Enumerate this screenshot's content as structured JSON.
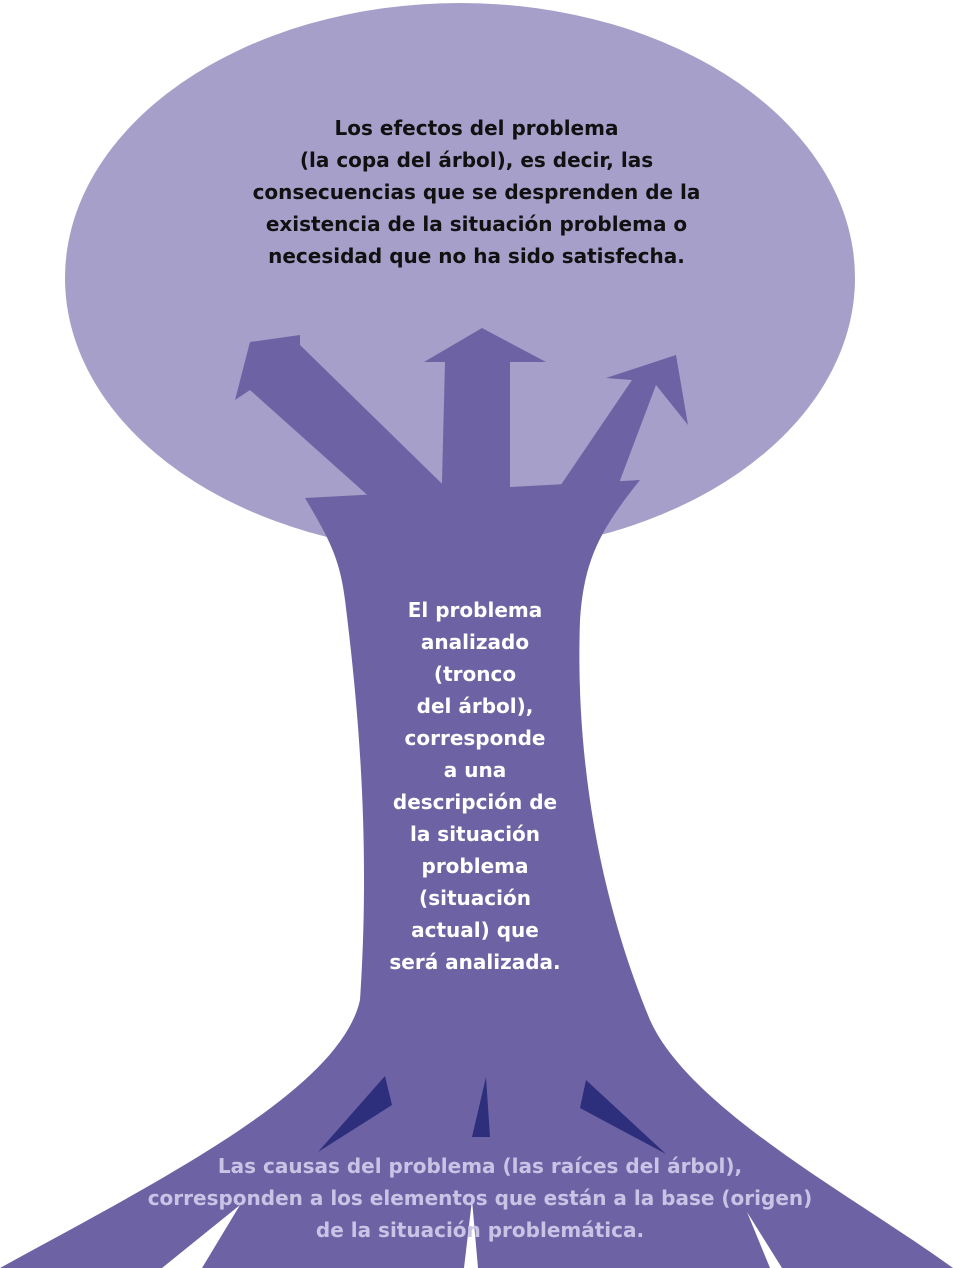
{
  "colors": {
    "crown": "#a59fc9",
    "trunk": "#6d63a4",
    "root_spikes": "#2d2f7c",
    "crown_text": "#111111",
    "trunk_text": "#ffffff",
    "roots_text": "#c9c4e6"
  },
  "crown": {
    "lines": [
      "Los efectos del problema",
      "(la copa del árbol), es decir, las",
      "consecuencias que se desprenden de la",
      "existencia de la situación problema o",
      "necesidad que no ha sido satisfecha."
    ]
  },
  "trunk": {
    "lines": [
      "El problema",
      "analizado",
      "(tronco",
      "del árbol),",
      "corresponde",
      "a una",
      "descripción de",
      "la situación",
      "problema",
      "(situación",
      "actual) que",
      "será analizada."
    ]
  },
  "roots": {
    "lines": [
      "Las causas del problema (las raíces del árbol),",
      "corresponden a los elementos que están a la base (origen)",
      "de la situación problemática."
    ]
  }
}
